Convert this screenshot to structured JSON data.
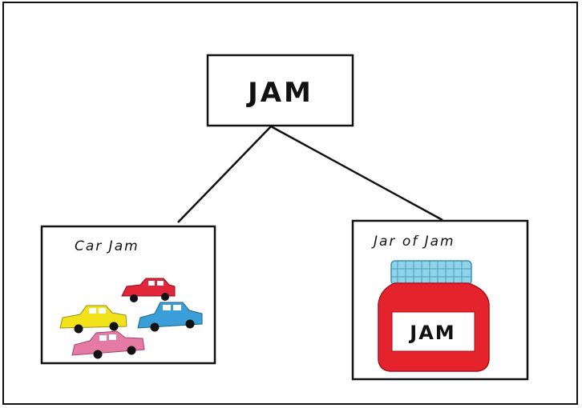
{
  "root": {
    "label": "JAM"
  },
  "children": [
    {
      "label": "Car Jam"
    },
    {
      "label": "Jar of Jam",
      "jar_label": "JAM"
    }
  ],
  "colors": {
    "car_yellow": "#f2e21a",
    "car_red": "#e2263a",
    "car_blue": "#3a9fd8",
    "car_pink": "#e57aa5",
    "jar_red": "#e5232c",
    "lid_blue": "#8fd3e8",
    "ink": "#111111"
  }
}
